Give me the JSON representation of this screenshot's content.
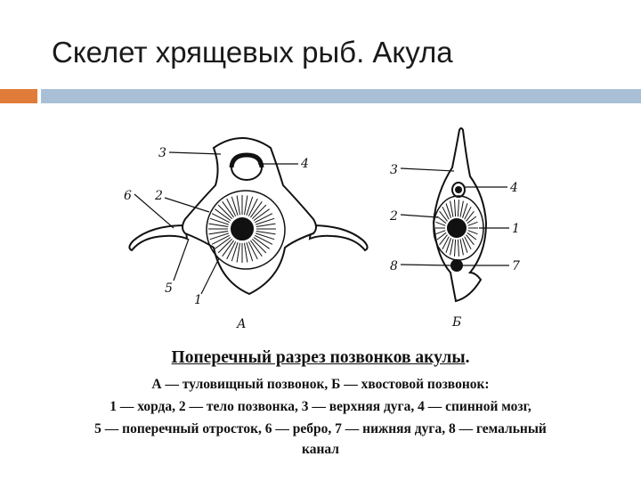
{
  "slide": {
    "title": "Скелет хрящевых рыб. Акула",
    "accent_color": "#E07B39",
    "bar_color": "#A9BFD6"
  },
  "figure": {
    "panel_a_letter": "А",
    "panel_b_letter": "Б",
    "a_labels": [
      "3",
      "4",
      "6",
      "2",
      "5",
      "1"
    ],
    "b_labels": [
      "3",
      "4",
      "2",
      "1",
      "8",
      "7"
    ]
  },
  "caption": {
    "title": "Поперечный разрез позвонков акулы",
    "title_end": ".",
    "legend_lines": [
      "А — туловищный позвонок, Б — хвостовой позвонок:",
      "1 — хорда, 2 — тело позвонка, 3 — верхняя дуга, 4 — спинной мозг,",
      "5 — поперечный отросток, 6 — ребро, 7 — нижняя дуга, 8 — гемальный",
      "канал"
    ]
  }
}
